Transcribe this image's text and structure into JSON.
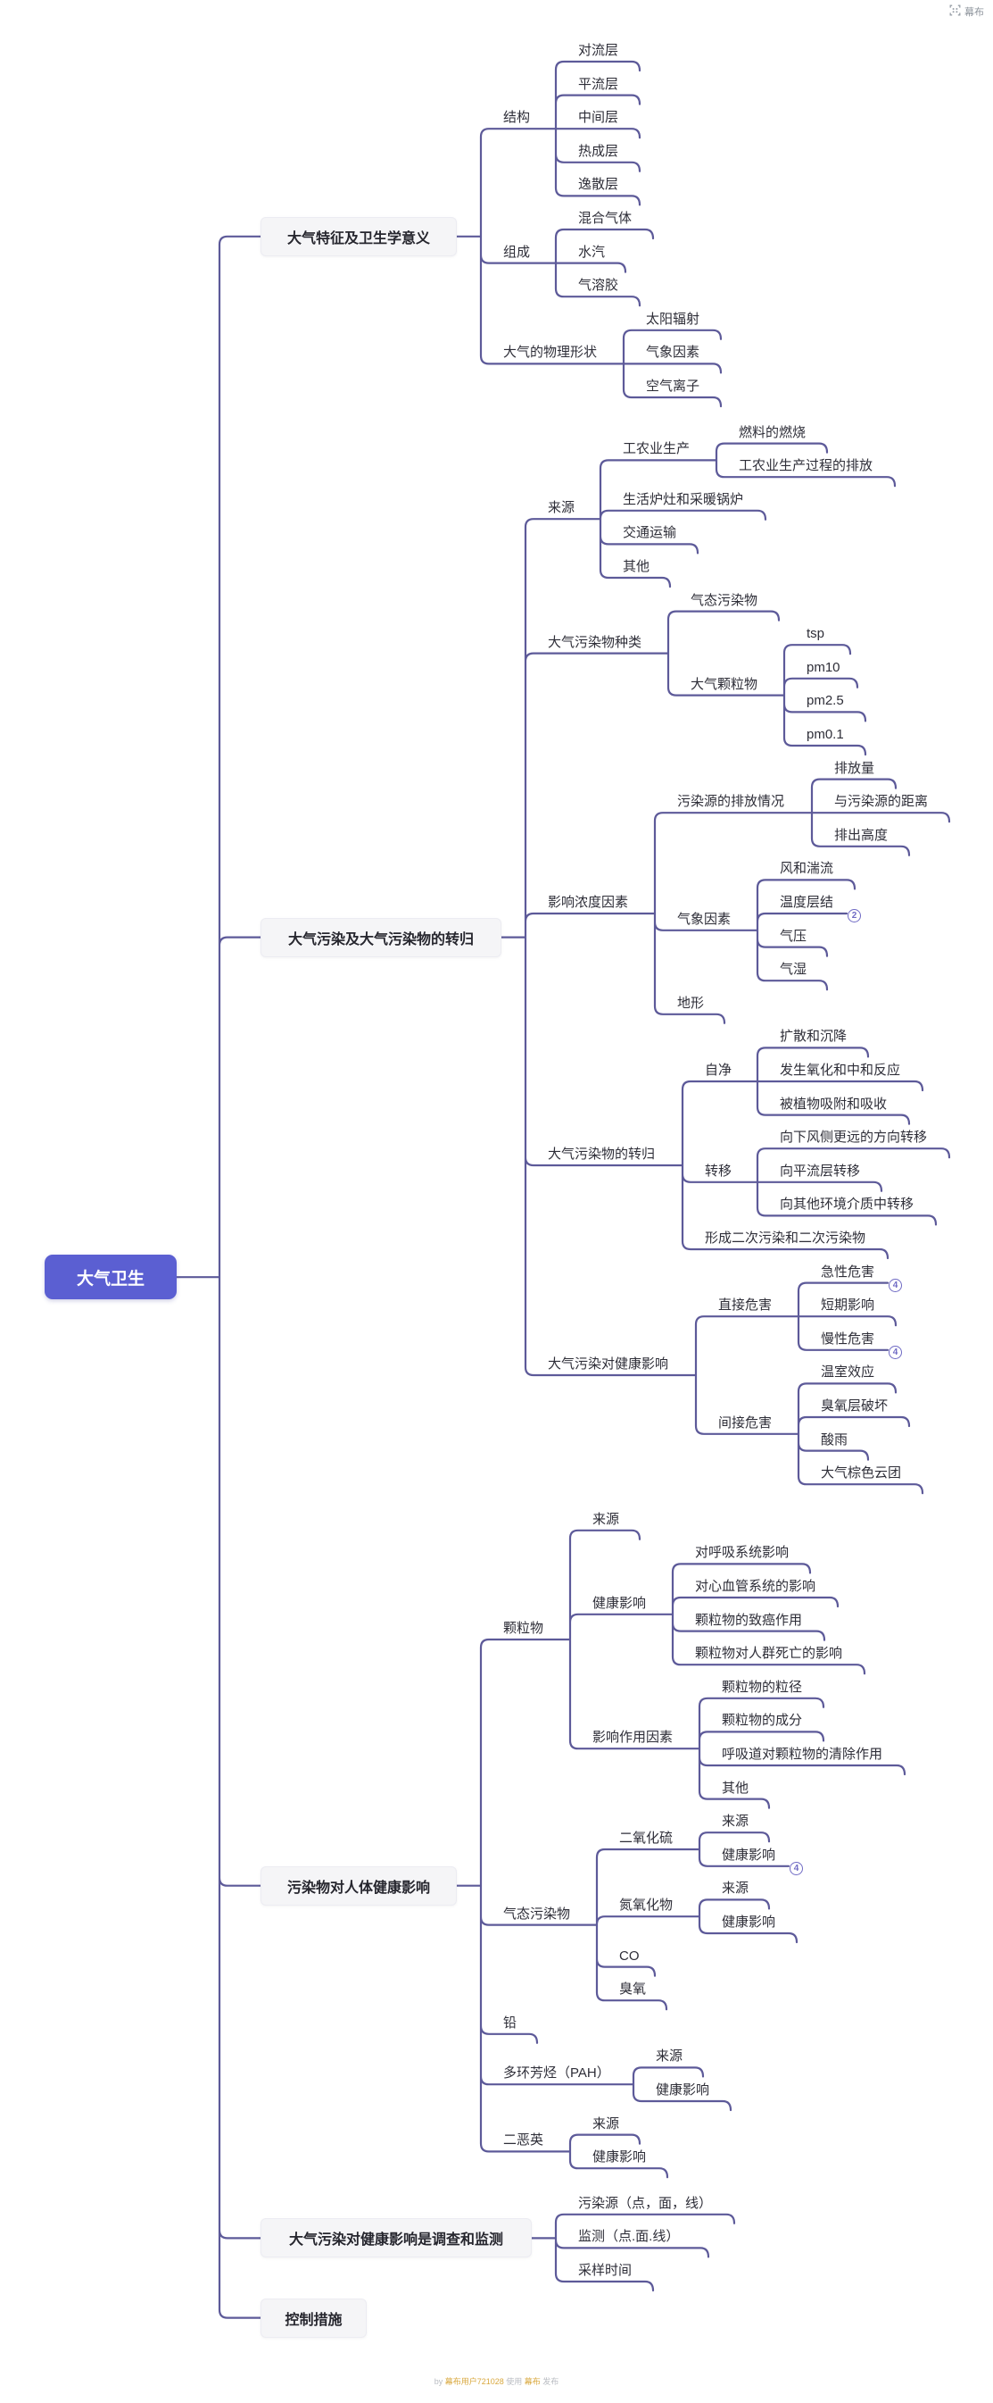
{
  "header": {
    "brand_label": "幕布"
  },
  "watermark": {
    "prefix": "by ",
    "user": "幕布用户721028",
    "middle": " 使用 ",
    "brand": "幕布",
    "suffix": " 发布"
  },
  "colors": {
    "line": "#5d5a99",
    "root_bg": "#5b5fd2",
    "badge": "#6f6ac4",
    "text": "#2e2e38",
    "branch_box_bg": "#f5f5f7"
  },
  "mindmap": {
    "root": {
      "label": "大气卫生",
      "children": [
        {
          "label": "大气特征及卫生学意义",
          "children": [
            {
              "label": "结构",
              "children": [
                {
                  "label": "对流层"
                },
                {
                  "label": "平流层"
                },
                {
                  "label": "中间层"
                },
                {
                  "label": "热成层"
                },
                {
                  "label": "逸散层"
                }
              ]
            },
            {
              "label": "组成",
              "children": [
                {
                  "label": "混合气体"
                },
                {
                  "label": "水汽"
                },
                {
                  "label": "气溶胶"
                }
              ]
            },
            {
              "label": "大气的物理形状",
              "children": [
                {
                  "label": "太阳辐射"
                },
                {
                  "label": "气象因素"
                },
                {
                  "label": "空气离子"
                }
              ]
            }
          ]
        },
        {
          "label": "大气污染及大气污染物的转归",
          "children": [
            {
              "label": "来源",
              "children": [
                {
                  "label": "工农业生产",
                  "children": [
                    {
                      "label": "燃料的燃烧"
                    },
                    {
                      "label": "工农业生产过程的排放"
                    }
                  ]
                },
                {
                  "label": "生活炉灶和采暖锅炉"
                },
                {
                  "label": "交通运输"
                },
                {
                  "label": "其他"
                }
              ]
            },
            {
              "label": "大气污染物种类",
              "children": [
                {
                  "label": "气态污染物"
                },
                {
                  "label": "大气颗粒物",
                  "children": [
                    {
                      "label": "tsp"
                    },
                    {
                      "label": "pm10"
                    },
                    {
                      "label": "pm2.5"
                    },
                    {
                      "label": "pm0.1"
                    }
                  ]
                }
              ]
            },
            {
              "label": "影响浓度因素",
              "children": [
                {
                  "label": "污染源的排放情况",
                  "children": [
                    {
                      "label": "排放量"
                    },
                    {
                      "label": "与污染源的距离"
                    },
                    {
                      "label": "排出高度"
                    }
                  ]
                },
                {
                  "label": "气象因素",
                  "children": [
                    {
                      "label": "风和湍流"
                    },
                    {
                      "label": "温度层结",
                      "badge": "2"
                    },
                    {
                      "label": "气压"
                    },
                    {
                      "label": "气湿"
                    }
                  ]
                },
                {
                  "label": "地形"
                }
              ]
            },
            {
              "label": "大气污染物的转归",
              "children": [
                {
                  "label": "自净",
                  "children": [
                    {
                      "label": "扩散和沉降"
                    },
                    {
                      "label": "发生氧化和中和反应"
                    },
                    {
                      "label": "被植物吸附和吸收"
                    }
                  ]
                },
                {
                  "label": "转移",
                  "children": [
                    {
                      "label": "向下风侧更远的方向转移"
                    },
                    {
                      "label": "向平流层转移"
                    },
                    {
                      "label": "向其他环境介质中转移"
                    }
                  ]
                },
                {
                  "label": "形成二次污染和二次污染物"
                }
              ]
            },
            {
              "label": "大气污染对健康影响",
              "children": [
                {
                  "label": "直接危害",
                  "children": [
                    {
                      "label": "急性危害",
                      "badge": "4"
                    },
                    {
                      "label": "短期影响"
                    },
                    {
                      "label": "慢性危害",
                      "badge": "4"
                    }
                  ]
                },
                {
                  "label": "间接危害",
                  "children": [
                    {
                      "label": "温室效应"
                    },
                    {
                      "label": "臭氧层破坏"
                    },
                    {
                      "label": "酸雨"
                    },
                    {
                      "label": "大气棕色云团"
                    }
                  ]
                }
              ]
            }
          ]
        },
        {
          "label": "污染物对人体健康影响",
          "children": [
            {
              "label": "颗粒物",
              "children": [
                {
                  "label": "来源"
                },
                {
                  "label": "健康影响",
                  "children": [
                    {
                      "label": "对呼吸系统影响"
                    },
                    {
                      "label": "对心血管系统的影响"
                    },
                    {
                      "label": "颗粒物的致癌作用"
                    },
                    {
                      "label": "颗粒物对人群死亡的影响"
                    }
                  ]
                },
                {
                  "label": "影响作用因素",
                  "children": [
                    {
                      "label": "颗粒物的粒径"
                    },
                    {
                      "label": "颗粒物的成分"
                    },
                    {
                      "label": "呼吸道对颗粒物的清除作用"
                    },
                    {
                      "label": "其他"
                    }
                  ]
                }
              ]
            },
            {
              "label": "气态污染物",
              "children": [
                {
                  "label": "二氧化硫",
                  "children": [
                    {
                      "label": "来源"
                    },
                    {
                      "label": "健康影响",
                      "badge": "4"
                    }
                  ]
                },
                {
                  "label": "氮氧化物",
                  "children": [
                    {
                      "label": "来源"
                    },
                    {
                      "label": "健康影响"
                    }
                  ]
                },
                {
                  "label": "CO"
                },
                {
                  "label": "臭氧"
                }
              ]
            },
            {
              "label": "铅"
            },
            {
              "label": "多环芳烃（PAH）",
              "children": [
                {
                  "label": "来源"
                },
                {
                  "label": "健康影响"
                }
              ]
            },
            {
              "label": "二恶英",
              "children": [
                {
                  "label": "来源"
                },
                {
                  "label": "健康影响"
                }
              ]
            }
          ]
        },
        {
          "label": "大气污染对健康影响是调查和监测",
          "children": [
            {
              "label": "污染源（点，面，线）"
            },
            {
              "label": "监测（点.面.线）"
            },
            {
              "label": "采样时间"
            }
          ]
        },
        {
          "label": "控制措施"
        }
      ]
    }
  }
}
